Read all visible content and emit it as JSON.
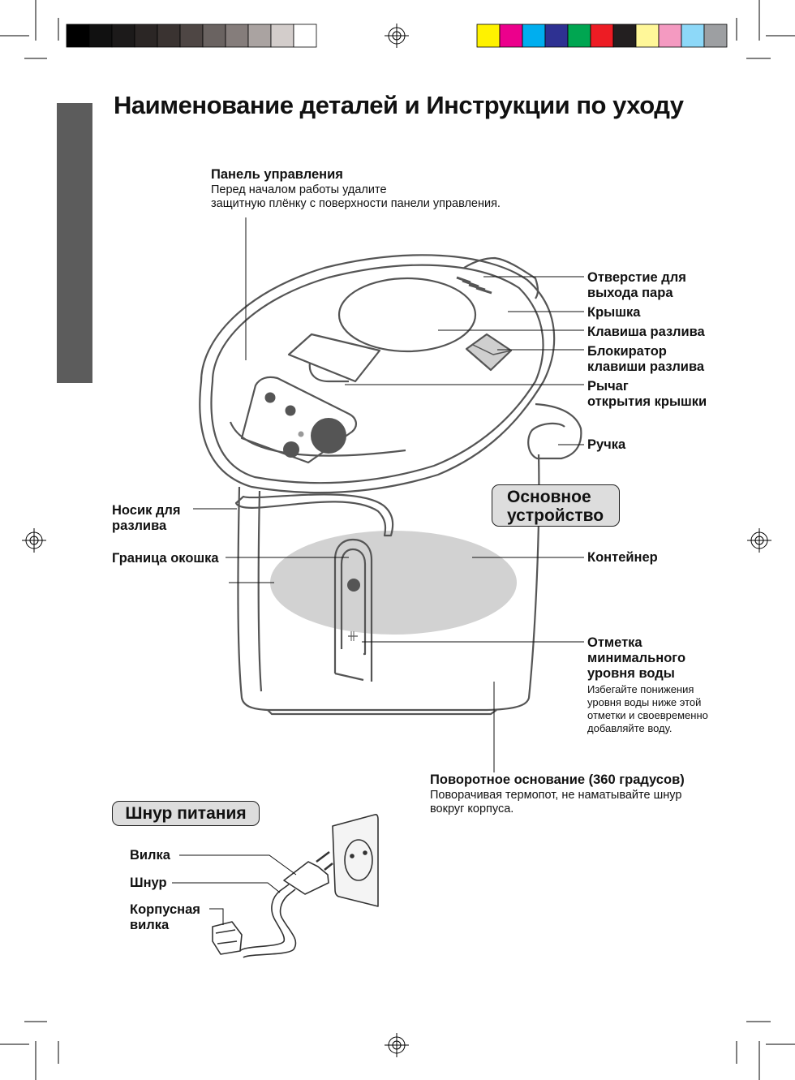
{
  "page": {
    "title": "Наименование деталей и Инструкции по уходу",
    "accent_tab_color": "#5c5c5c"
  },
  "color_bar": {
    "grayscale": [
      "#000000",
      "#111111",
      "#1c1a1a",
      "#2b2625",
      "#3a3331",
      "#4e4644",
      "#6a6361",
      "#857d7b",
      "#aaa3a1",
      "#d3cdcb",
      "#ffffff"
    ],
    "process": [
      "#fff200",
      "#ec008c",
      "#00aeef",
      "#2e3192",
      "#00a651",
      "#ed1c24",
      "#231f20",
      "#fff799",
      "#f49ac1",
      "#8dd8f8",
      "#9d9fa2"
    ]
  },
  "main_unit": {
    "box_label_line1": "Основное",
    "box_label_line2": "устройство",
    "control_panel": {
      "title": "Панель управления",
      "note_line1": "Перед началом работы удалите",
      "note_line2": "защитную плёнку с поверхности панели управления."
    },
    "steam_vent": {
      "line1": "Отверстие для",
      "line2": "выхода пара"
    },
    "lid": "Крышка",
    "dispense_button": "Клавиша разлива",
    "dispense_lock": {
      "line1": "Блокиратор",
      "line2": "клавиши разлива"
    },
    "lid_lever": {
      "line1": "Рычаг",
      "line2": "открытия крышки"
    },
    "handle": "Ручка",
    "spout": {
      "line1": "Носик для",
      "line2": "разлива"
    },
    "window_border": "Граница окошка",
    "container": "Контейнер",
    "min_level": {
      "line1": "Отметка",
      "line2": "минимального",
      "line3": "уровня воды",
      "note_line1": "Избегайте понижения",
      "note_line2": "уровня воды ниже этой",
      "note_line3": "отметки и своевременно",
      "note_line4": "добавляйте воду."
    },
    "base": {
      "title": "Поворотное основание (360 градусов)",
      "note_line1": "Поворачивая термопот, не наматывайте шнур",
      "note_line2": "вокруг корпуса."
    }
  },
  "power_cord": {
    "box_label": "Шнур питания",
    "plug": "Вилка",
    "cord": "Шнур",
    "body_plug": {
      "line1": "Корпусная",
      "line2": "вилка"
    }
  }
}
